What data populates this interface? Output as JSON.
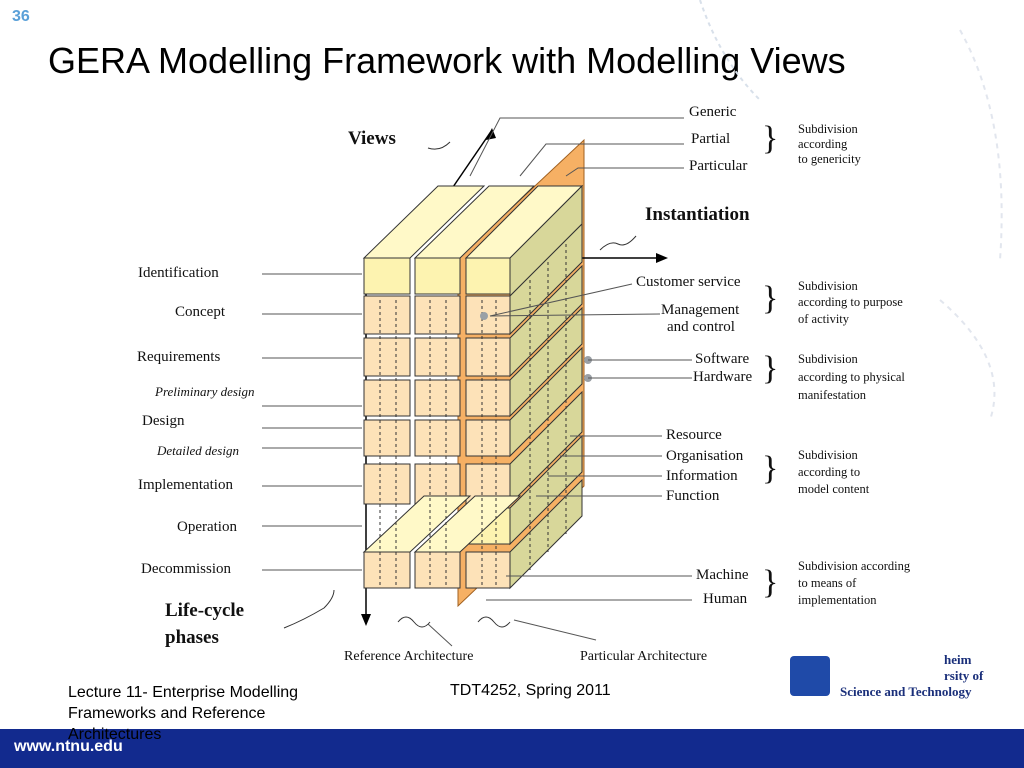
{
  "slide_number": "36",
  "title": "GERA Modelling Framework with Modelling Views",
  "diagram": {
    "views_label": "Views",
    "instantiation_label": "Instantiation",
    "lifecycle_label_1": "Life-cycle",
    "lifecycle_label_2": "phases",
    "lifecycle_phases": {
      "identification": "Identification",
      "concept": "Concept",
      "requirements": "Requirements",
      "preliminary_design": "Preliminary design",
      "design": "Design",
      "detailed_design": "Detailed design",
      "implementation": "Implementation",
      "operation": "Operation",
      "decommission": "Decommission"
    },
    "genericity": {
      "generic": "Generic",
      "partial": "Partial",
      "particular": "Particular",
      "note_1": "Subdivision",
      "note_2": "according",
      "note_3": "to genericity"
    },
    "purpose": {
      "customer_service": "Customer service",
      "management_1": "Management",
      "management_2": "and control",
      "note_1": "Subdivision",
      "note_2": "according to purpose",
      "note_3": "of activity"
    },
    "physical": {
      "software": "Software",
      "hardware": "Hardware",
      "note_1": "Subdivision",
      "note_2": "according to physical",
      "note_3": "manifestation"
    },
    "model_content": {
      "resource": "Resource",
      "organisation": "Organisation",
      "information": "Information",
      "function": "Function",
      "note_1": "Subdivision",
      "note_2": "according to",
      "note_3": "model content"
    },
    "implementation_means": {
      "machine": "Machine",
      "human": "Human",
      "note_1": "Subdivision according",
      "note_2": "to means of",
      "note_3": "implementation"
    },
    "reference_architecture": "Reference Architecture",
    "particular_architecture": "Particular Architecture",
    "brace": "}"
  },
  "footer": {
    "lecture_line1": "Lecture 11- Enterprise Modelling",
    "lecture_line2": "Frameworks and Reference",
    "lecture_line3": "Architectures",
    "course": "TDT4252, Spring 2011",
    "url": "www.ntnu.edu",
    "institution_1": "heim",
    "institution_2": "rsity of",
    "institution_3": "Science and Technology"
  },
  "colors": {
    "title": "#000000",
    "slide_number": "#5aa0d8",
    "bottom_bar": "#122a8e",
    "block_front": "#fdf3b0",
    "block_top": "#fff9c8",
    "block_side": "#d8d79a",
    "orange_plane": "#f6b064"
  }
}
